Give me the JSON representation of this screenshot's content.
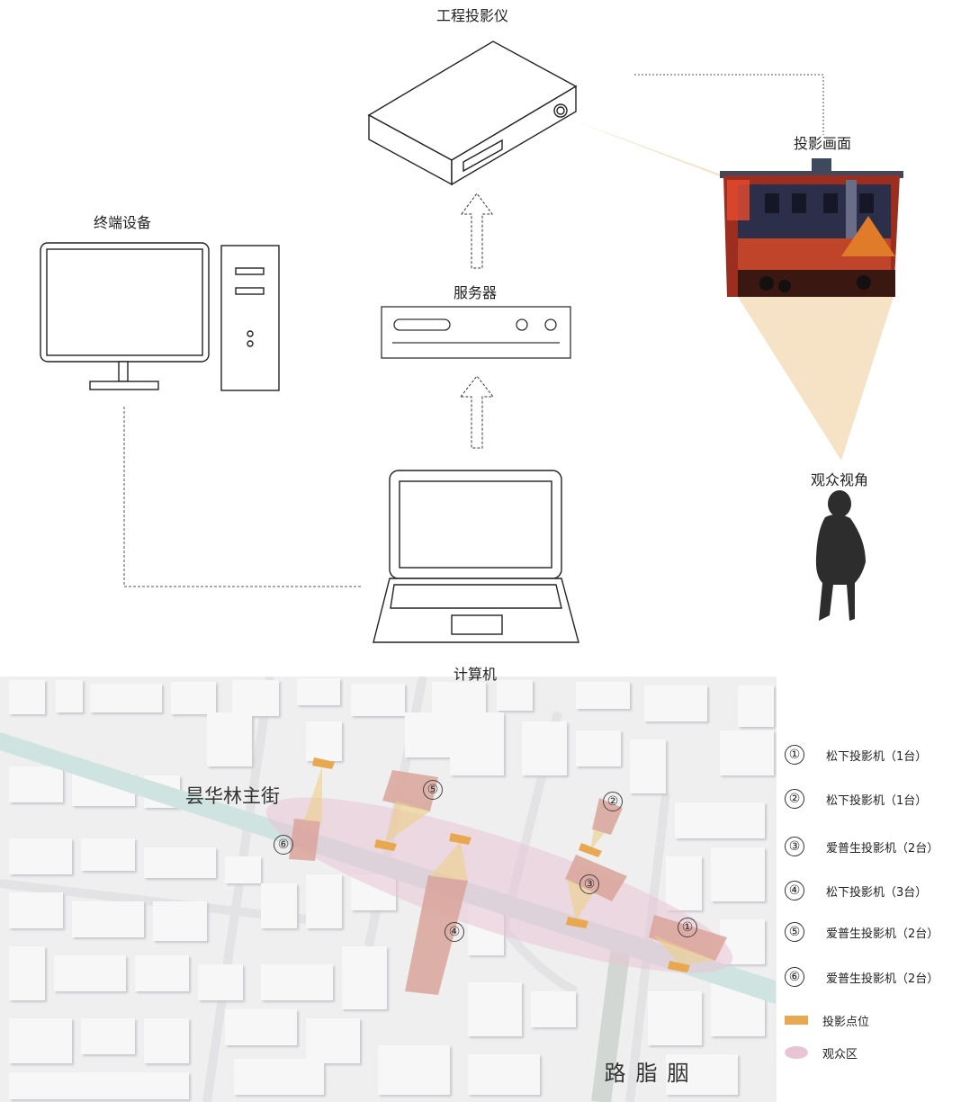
{
  "diagram": {
    "projector_label": "工程投影仪",
    "screen_label": "投影画面",
    "terminal_label": "终端设备",
    "server_label": "服务器",
    "viewer_label": "观众视角",
    "computer_label": "计算机"
  },
  "map": {
    "street_name": "昙华林主街",
    "road_name": "胭脂路",
    "markers": [
      {
        "num": "①"
      },
      {
        "num": "②"
      },
      {
        "num": "③"
      },
      {
        "num": "④"
      },
      {
        "num": "⑤"
      },
      {
        "num": "⑥"
      }
    ]
  },
  "legend": {
    "items": [
      {
        "num": "①",
        "text": "松下投影机（1台）"
      },
      {
        "num": "②",
        "text": "松下投影机（1台）"
      },
      {
        "num": "③",
        "text": "爱普生投影机（2台）"
      },
      {
        "num": "④",
        "text": "松下投影机（3台）"
      },
      {
        "num": "⑤",
        "text": "爱普生投影机（2台）"
      },
      {
        "num": "⑥",
        "text": "爱普生投影机（2台）"
      }
    ],
    "point_label": "投影点位",
    "audience_label": "观众区"
  },
  "colors": {
    "beam": "#f6e3c6",
    "projector_point": "#e8a850",
    "audience_zone": "#e9c4d4",
    "building_highlight": "#d9a49a"
  }
}
